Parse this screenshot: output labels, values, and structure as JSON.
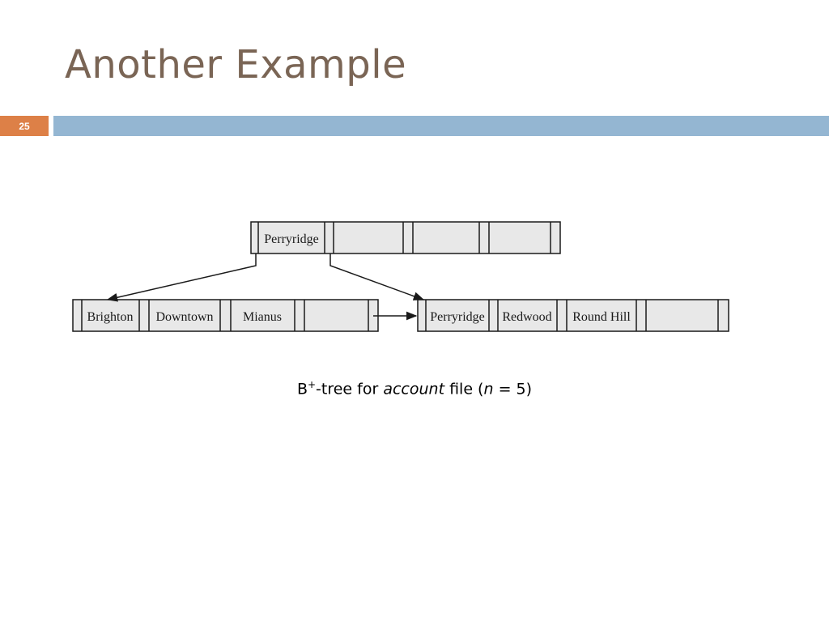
{
  "slide": {
    "title": "Another Example",
    "number": "25"
  },
  "tree": {
    "root": {
      "keys": [
        "Perryridge",
        "",
        "",
        ""
      ]
    },
    "leaves": [
      {
        "keys": [
          "Brighton",
          "Downtown",
          "Mianus",
          ""
        ]
      },
      {
        "keys": [
          "Perryridge",
          "Redwood",
          "Round Hill",
          ""
        ]
      }
    ]
  },
  "caption": {
    "prefix": "B",
    "superscript": "+",
    "middle": "-tree for ",
    "italic": "account",
    "after_italic": " file (",
    "var": "n",
    "equation": " = 5",
    "close": ")"
  },
  "colors": {
    "node_fill": "#e8e8e8",
    "node_stroke": "#1a1a1a",
    "title": "#7a6555",
    "accent_orange": "#dd8047",
    "accent_blue": "#94b6d2"
  }
}
